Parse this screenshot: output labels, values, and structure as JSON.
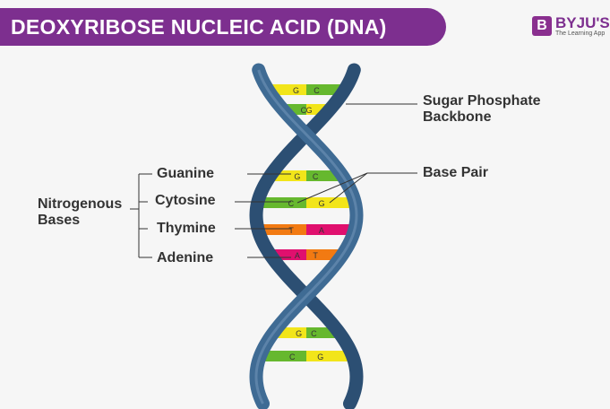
{
  "title": "DEOXYRIBOSE NUCLEIC ACID (DNA)",
  "logo": {
    "mark": "B",
    "name": "BYJU'S",
    "tagline": "The Learning App"
  },
  "labels": {
    "backbone_line1": "Sugar Phosphate",
    "backbone_line2": "Backbone",
    "base_pair": "Base Pair",
    "group_line1": "Nitrogenous",
    "group_line2": "Bases",
    "guanine": "Guanine",
    "cytosine": "Cytosine",
    "thymine": "Thymine",
    "adenine": "Adenine"
  },
  "colors": {
    "strand": "#3f6b94",
    "guanine": "#f2e51a",
    "cytosine": "#66b82e",
    "thymine": "#f27a12",
    "adenine": "#e0106e",
    "title_bg": "#7d2f8f"
  },
  "base_pairs": [
    [
      "G",
      "C"
    ],
    [
      "C",
      "G"
    ],
    [
      "G",
      "C"
    ],
    [
      "C",
      "G"
    ],
    [
      "T",
      "A"
    ],
    [
      "A",
      "T"
    ],
    [
      "G",
      "C"
    ],
    [
      "C",
      "G"
    ]
  ]
}
